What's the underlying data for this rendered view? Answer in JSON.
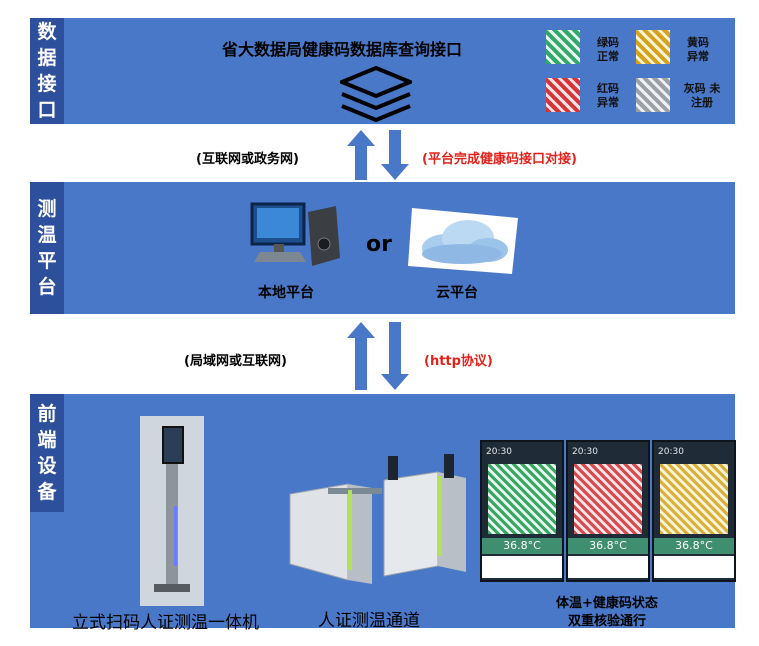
{
  "sections": {
    "data_interface": {
      "label": "数据接口"
    },
    "temp_platform": {
      "label": "测温平台"
    },
    "front_device": {
      "label": "前端设备"
    }
  },
  "top_title": "省大数据局健康码数据库查询接口",
  "codes": [
    {
      "label": "绿码\n正常",
      "color": "#2fa868"
    },
    {
      "label": "黄码\n异常",
      "color": "#d6a21a"
    },
    {
      "label": "红码\n异常",
      "color": "#d6333a"
    },
    {
      "label": "灰码 未\n注册",
      "color": "#9aa0a6"
    }
  ],
  "link1": {
    "left_text": "(互联网或政务网)",
    "right_text": "(平台完成健康码接口对接)"
  },
  "platform": {
    "local_label": "本地平台",
    "or_text": "or",
    "cloud_label": "云平台"
  },
  "link2": {
    "left_text": "(局域网或互联网)",
    "right_text": "(http协议)"
  },
  "devices": {
    "kiosk_label": "立式扫码人证测温一体机",
    "gate_label": "人证测温通道",
    "screens_label_1": "体温+健康码状态",
    "screens_label_2": "双重核验通行"
  },
  "screens": [
    {
      "time": "20:30",
      "temp": "36.8°C",
      "code_color": "#37a862"
    },
    {
      "time": "20:30",
      "temp": "36.8°C",
      "code_color": "#d84a4f"
    },
    {
      "time": "20:30",
      "temp": "36.8°C",
      "code_color": "#d9b13a"
    }
  ],
  "colors": {
    "band": "#4a78c8",
    "label_col": "#2e4f9c",
    "arrow": "#4a78c8",
    "red_text": "#e0231b"
  }
}
